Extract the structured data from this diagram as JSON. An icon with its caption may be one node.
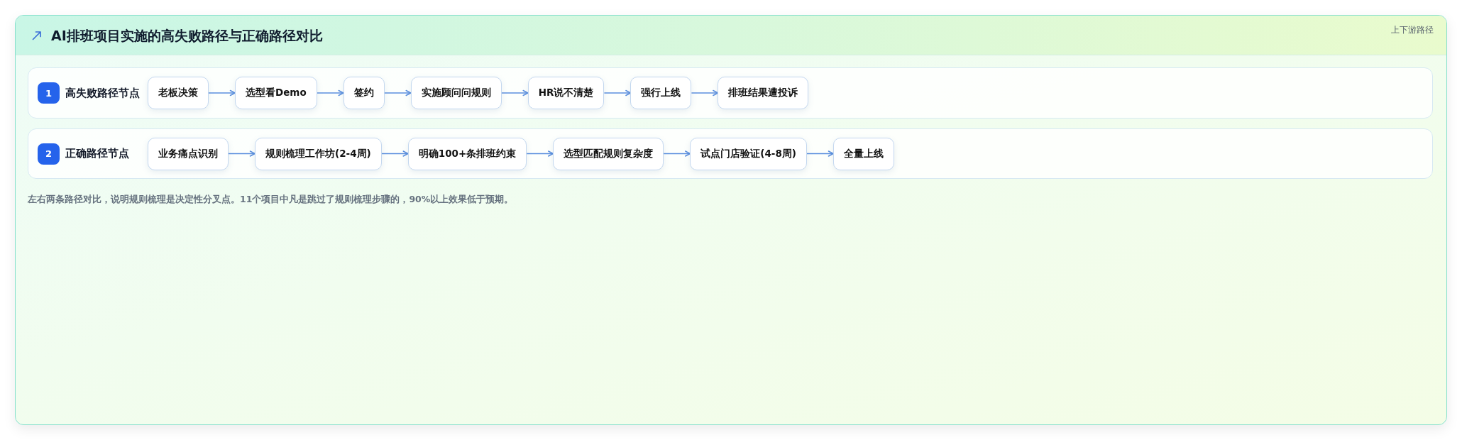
{
  "diagram": {
    "title": "AI排班项目实施的高失败路径与正确路径对比",
    "nodes": [
      {
        "text": [
          "高失败路径节点"
        ]
      },
      {
        "text": [
          "1"
        ],
        "in": 0
      },
      {
        "text": [
          "老板决策"
        ],
        "in": 0
      },
      {
        "text": [
          "选型看Demo"
        ],
        "in": 0
      },
      {
        "text": [
          "签约"
        ],
        "in": 0
      },
      {
        "text": [
          "实施顾问问规则"
        ],
        "in": 0
      },
      {
        "text": [
          "HR说不清楚"
        ],
        "in": 0
      },
      {
        "text": [
          "强行上线"
        ],
        "in": 0
      },
      {
        "text": [
          "排班结果遭投诉"
        ],
        "in": 0
      },
      {
        "text": [
          "正确路径节点"
        ]
      },
      {
        "text": [
          "2"
        ],
        "in": 9
      },
      {
        "text": [
          "业务痛点识别"
        ],
        "in": 9
      },
      {
        "text": [
          "规则梳理工作坊(2-4周)"
        ],
        "in": 9
      },
      {
        "text": [
          "明确100+条排班约束"
        ],
        "in": 9
      },
      {
        "text": [
          "选型匹配规则复杂度"
        ],
        "in": 9
      },
      {
        "text": [
          "试点门店验证(4-8周)"
        ],
        "in": 9
      },
      {
        "text": [
          "全量上线"
        ],
        "in": 9
      }
    ],
    "edges": [
      {
        "from": 2,
        "to": 3,
        "arrow": "to"
      },
      {
        "from": 3,
        "to": 4,
        "arrow": "to"
      },
      {
        "from": 4,
        "to": 5,
        "arrow": "to"
      },
      {
        "from": 5,
        "to": 6,
        "arrow": "to"
      },
      {
        "from": 6,
        "to": 7,
        "arrow": "to"
      },
      {
        "from": 7,
        "to": 8,
        "arrow": "to"
      },
      {
        "from": 11,
        "to": 12,
        "arrow": "to"
      },
      {
        "from": 12,
        "to": 13,
        "arrow": "to"
      },
      {
        "from": 13,
        "to": 14,
        "arrow": "to"
      },
      {
        "from": 14,
        "to": 15,
        "arrow": "to"
      },
      {
        "from": 15,
        "to": 16,
        "arrow": "to"
      }
    ],
    "labels": [
      "上下游路径",
      "左右两条路径对比，说明规则梳理是决定性分叉点。11个项目中凡是跳过了规则梳理步骤的，90%以上效果低于预期。"
    ]
  }
}
